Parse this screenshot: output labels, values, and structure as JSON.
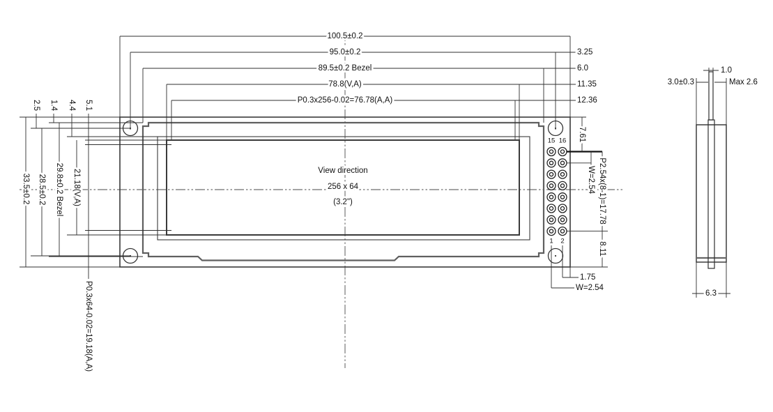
{
  "front_view": {
    "display_label": {
      "view_direction": "View direction",
      "resolution": "256 x 64",
      "diagonal_size": "(3.2\")"
    },
    "pin_numbers": {
      "top_left": "15",
      "top_right": "16",
      "bottom_left": "1",
      "bottom_right": "2"
    },
    "horizontal_dims": {
      "overall_width": "100.5±0.2",
      "hole_span": "95.0±0.2",
      "bezel_width": "89.5±0.2 Bezel",
      "viewing_area_width": "78.8(V,A)",
      "active_area_width": "P0.3x256-0.02=76.78(A,A)",
      "edge_to_hole": "3.25",
      "edge_to_bezel": "6.0",
      "edge_to_viewing_area": "11.35",
      "edge_to_active_area": "12.36"
    },
    "vertical_dims": {
      "overall_height": "33.5±0.2",
      "hole_span": "28.5±0.2",
      "bezel_height": "29.8±0.2 Bezel",
      "viewing_area_height": "21.18(V,A)",
      "active_area_height": "P0.3x64-0.02=19.18(A,A)",
      "top_edge_to_hole": "2.5",
      "top_edge_to_bezel": "1.4",
      "top_edge_to_glass": "4.4",
      "top_edge_to_viewing_area": "5.1"
    },
    "pin_dims": {
      "top_edge_to_pin_row": "7.61",
      "pin_row_pitch": "W=2.54",
      "pin_rows_span": "P2.54x(8-1)=17.78",
      "pin_row_to_bottom_edge": "8.11",
      "pin_col_to_right_edge": "1.75",
      "pin_col_pitch": "W=2.54"
    }
  },
  "side_view": {
    "pcb_thickness": "1.0",
    "front_thickness": "3.0±0.3",
    "rear_thickness_max": "Max 2.6",
    "overall_thickness": "6.3"
  }
}
